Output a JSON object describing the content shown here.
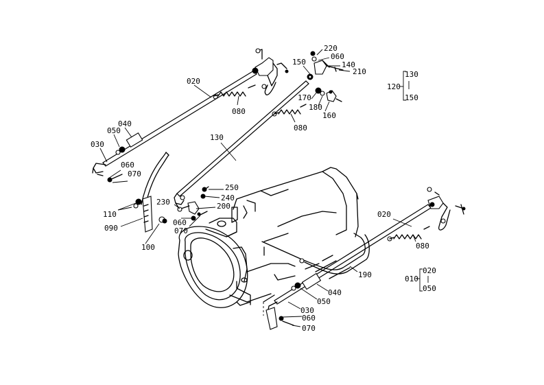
{
  "callouts": {
    "c020_top": "020",
    "c080_a": "080",
    "c040_left": "040",
    "c050_left": "050",
    "c030_left": "030",
    "c060_left": "060",
    "c070_left": "070",
    "c110": "110",
    "c090": "090",
    "c100": "100",
    "c220": "220",
    "c060_top": "060",
    "c140": "140",
    "c210": "210",
    "c150": "150",
    "c170": "170",
    "c180": "180",
    "c160": "160",
    "c080_b": "080",
    "c130": "130",
    "c250": "250",
    "c240": "240",
    "c200": "200",
    "c230": "230",
    "c060_mid": "060",
    "c070_mid": "070",
    "c020_right": "020",
    "c080_c": "080",
    "c190": "190",
    "c040_right": "040",
    "c050_right": "050",
    "c030_right": "030",
    "c060_right": "060",
    "c070_right": "070"
  },
  "groups": {
    "g120": {
      "label": "120",
      "top": "130",
      "bottom": "150"
    },
    "g010": {
      "label": "010",
      "top": "020",
      "bottom": "050"
    }
  }
}
